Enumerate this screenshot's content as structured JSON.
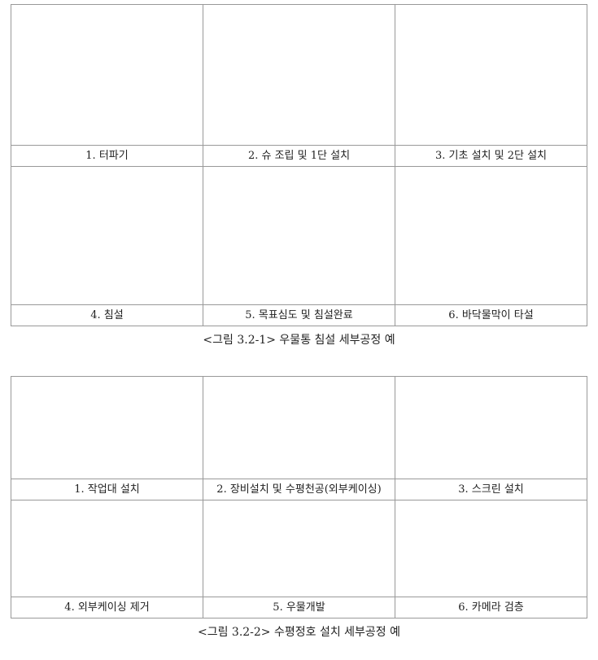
{
  "figure1": {
    "caption": "<그림 3.2-1>  우물통 침설 세부공정 예",
    "steps": [
      "1. 터파기",
      "2. 슈 조립 및 1단 설치",
      "3. 기초 설치 및 2단 설치",
      "4. 침설",
      "5. 목표심도 및 침설완료",
      "6. 바닥물막이 타설"
    ]
  },
  "figure2": {
    "caption": "<그림 3.2-2>  수평정호 설치 세부공정 예",
    "steps": [
      "1. 작업대 설치",
      "2. 장비설치 및 수평천공(외부케이싱)",
      "3. 스크린 설치",
      "4. 외부케이싱 제거",
      "5. 우물개발",
      "6. 카메라 검층"
    ]
  }
}
